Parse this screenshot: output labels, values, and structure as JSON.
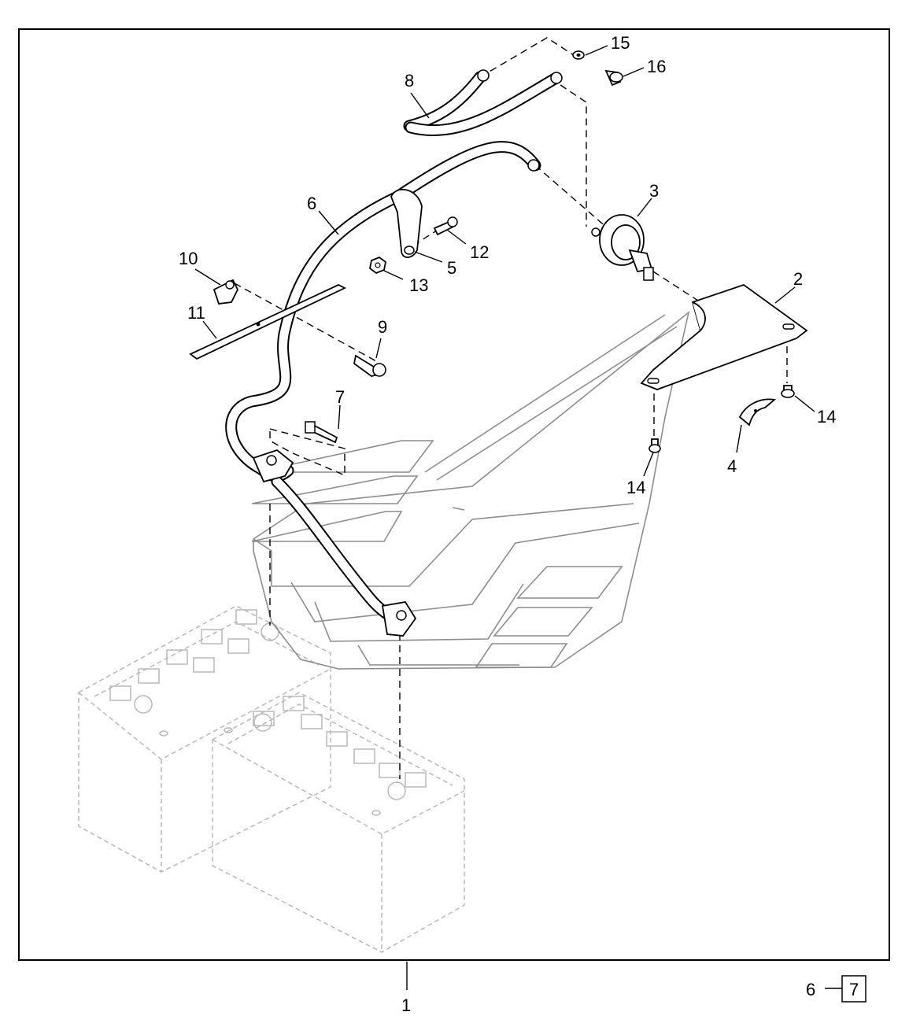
{
  "callouts": {
    "c1": "1",
    "c2": "2",
    "c3": "3",
    "c4": "4",
    "c5": "5",
    "c6": "6",
    "c7": "7",
    "c8": "8",
    "c9": "9",
    "c10": "10",
    "c11": "11",
    "c12": "12",
    "c13": "13",
    "c14a": "14",
    "c14b": "14",
    "c15": "15",
    "c16": "16"
  },
  "page_ref": {
    "section": "6",
    "page": "7"
  },
  "colors": {
    "line": "#000000",
    "ghost": "#8c8c8c",
    "ghost_dash": "#b8b8b8"
  }
}
